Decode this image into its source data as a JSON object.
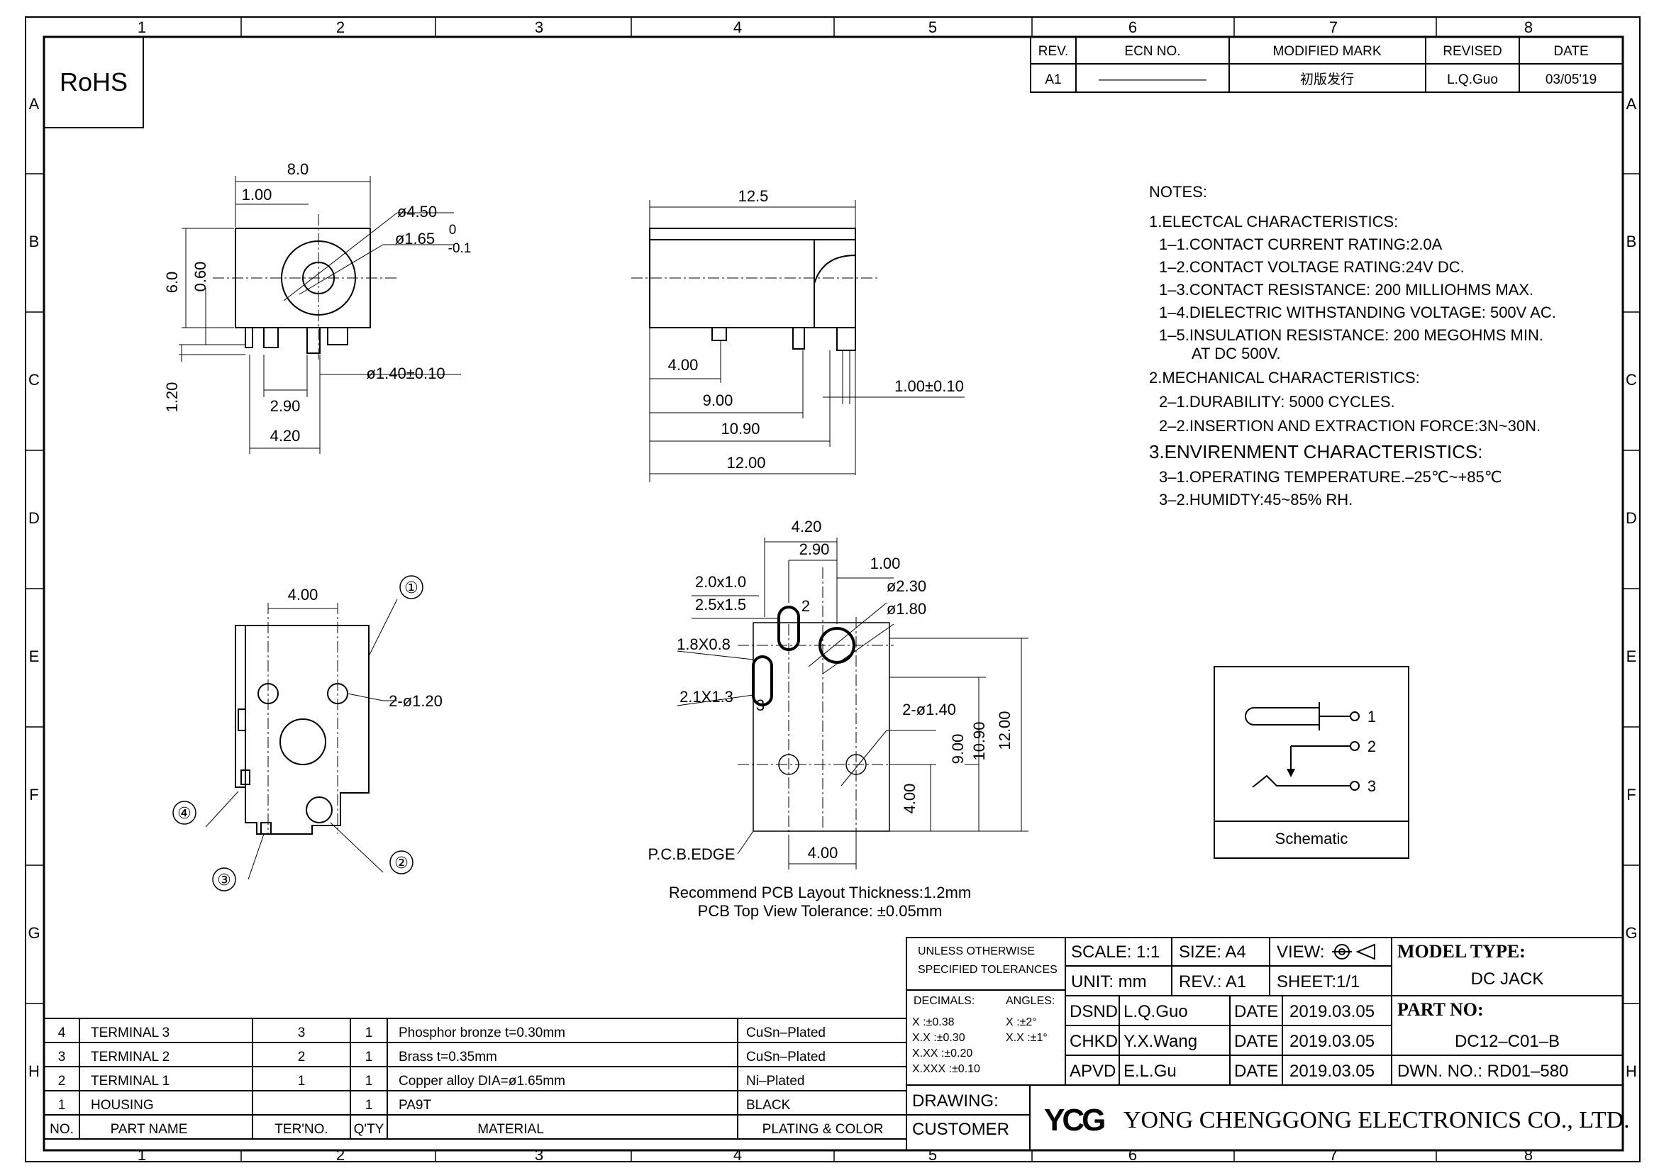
{
  "frame": {
    "columns": [
      "1",
      "2",
      "3",
      "4",
      "5",
      "6",
      "7",
      "8"
    ],
    "rows": [
      "A",
      "B",
      "C",
      "D",
      "E",
      "F",
      "G",
      "H"
    ]
  },
  "rohs": "RoHS",
  "revision_table": {
    "headers": [
      "REV.",
      "ECN NO.",
      "MODIFIED MARK",
      "REVISED",
      "DATE"
    ],
    "row": {
      "rev": "A1",
      "ecn": "————————",
      "mark": "初版发行",
      "revised": "L.Q.Guo",
      "date": "03/05'19"
    }
  },
  "front_view": {
    "dims": [
      "8.0",
      "1.00",
      "6.0",
      "0.60",
      "ø4.50",
      "ø1.65",
      "0",
      "-0.1",
      "ø1.40±0.10",
      "1.20",
      "2.90",
      "4.20"
    ]
  },
  "side_view": {
    "dims": [
      "12.5",
      "4.00",
      "9.00",
      "10.90",
      "12.00",
      "1.00±0.10"
    ]
  },
  "bottom_view": {
    "dims": [
      "4.00",
      "2-ø1.20"
    ],
    "callouts": [
      "①",
      "②",
      "③",
      "④"
    ]
  },
  "pcb_view": {
    "dims": [
      "4.20",
      "2.90",
      "1.00",
      "2.0x1.0",
      "2.5x1.5",
      "ø2.30",
      "ø1.80",
      "1.8X0.8",
      "2.1X1.3",
      "2-ø1.40",
      "9.00",
      "10.90",
      "12.00",
      "4.00",
      "4.00"
    ],
    "pin_numbers": [
      "2",
      "3"
    ],
    "edge_label": "P.C.B.EDGE",
    "note_line1": "Recommend PCB Layout Thickness:1.2mm",
    "note_line2": "PCB Top View Tolerance: ±0.05mm"
  },
  "notes": {
    "title": "NOTES:",
    "lines": [
      "1.ELECTCAL CHARACTERISTICS:",
      "1–1.CONTACT CURRENT RATING:2.0A",
      "1–2.CONTACT VOLTAGE RATING:24V DC.",
      "1–3.CONTACT RESISTANCE: 200 MILLIOHMS MAX.",
      "1–4.DIELECTRIC WITHSTANDING VOLTAGE: 500V AC.",
      "1–5.INSULATION RESISTANCE: 200 MEGOHMS MIN.",
      "AT DC 500V.",
      "2.MECHANICAL CHARACTERISTICS:",
      "2–1.DURABILITY: 5000 CYCLES.",
      "2–2.INSERTION AND EXTRACTION FORCE:3N~30N.",
      "3.ENVIRENMENT CHARACTERISTICS:",
      "3–1.OPERATING TEMPERATURE.–25℃~+85℃",
      "3–2.HUMIDTY:45~85% RH."
    ]
  },
  "schematic": {
    "label": "Schematic",
    "pins": [
      "1",
      "2",
      "3"
    ]
  },
  "bom": {
    "headers": [
      "NO.",
      "PART NAME",
      "TER'NO.",
      "Q'TY",
      "MATERIAL",
      "PLATING & COLOR"
    ],
    "rows": [
      {
        "no": "4",
        "name": "TERMINAL 3",
        "ter": "3",
        "qty": "1",
        "material": "Phosphor bronze  t=0.30mm",
        "plating": "CuSn–Plated"
      },
      {
        "no": "3",
        "name": "TERMINAL 2",
        "ter": "2",
        "qty": "1",
        "material": "Brass t=0.35mm",
        "plating": "CuSn–Plated"
      },
      {
        "no": "2",
        "name": "TERMINAL 1",
        "ter": "1",
        "qty": "1",
        "material": "Copper alloy  DIA=ø1.65mm",
        "plating": "Ni–Plated"
      },
      {
        "no": "1",
        "name": "HOUSING",
        "ter": "",
        "qty": "1",
        "material": "PA9T",
        "plating": "BLACK"
      }
    ]
  },
  "title_block": {
    "tol_title1": "UNLESS OTHERWISE",
    "tol_title2": "SPECIFIED TOLERANCES",
    "decimals": "DECIMALS:",
    "angles": "ANGLES:",
    "tol_x": "X    :±0.38",
    "tol_xx": "X.X   :±0.30",
    "tol_xxx": "X.XX  :±0.20",
    "tol_xxxx": "X.XXX :±0.10",
    "ang_x": "X  :±2°",
    "ang_xx": "X.X :±1°",
    "scale": "SCALE:  1:1",
    "size": "SIZE:  A4",
    "view": "VIEW:",
    "unit": "UNIT:  mm",
    "rev": "REV.:  A1",
    "sheet": "SHEET:1/1",
    "dsnd": "DSND",
    "dsnd_name": "L.Q.Guo",
    "chkd": "CHKD",
    "chkd_name": "Y.X.Wang",
    "apvd": "APVD",
    "apvd_name": "E.L.Gu",
    "date_label": "DATE",
    "date": "2019.03.05",
    "model_type_label": "MODEL TYPE:",
    "model_type": "DC JACK",
    "part_no_label": "PART NO:",
    "part_no": "DC12–C01–B",
    "dwn_no": "DWN. NO.: RD01–580",
    "drawing_label": "DRAWING:",
    "customer_label": "CUSTOMER",
    "logo": "YCG",
    "company": "YONG CHENGGONG ELECTRONICS CO., LTD."
  }
}
